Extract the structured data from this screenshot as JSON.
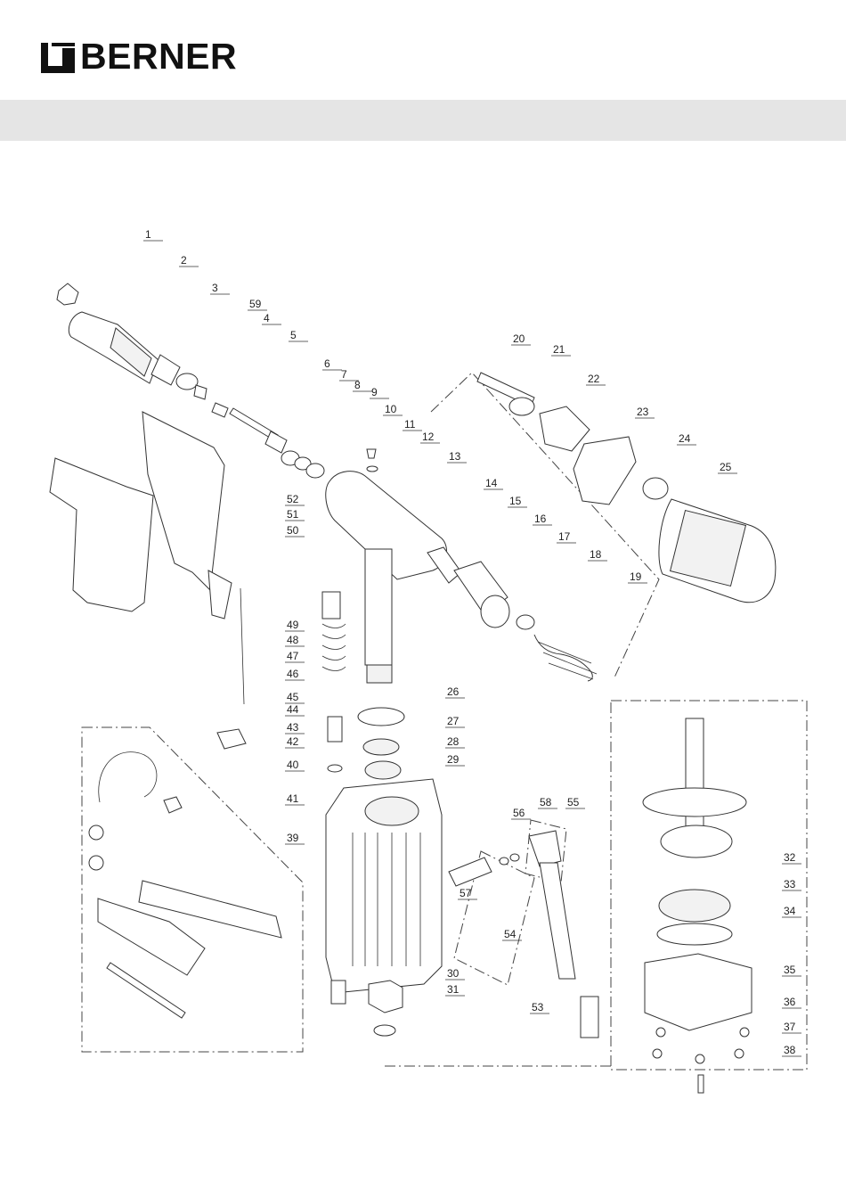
{
  "brand": {
    "name": "BERNER"
  },
  "part_numbers": [
    "1",
    "2",
    "3",
    "59",
    "4",
    "5",
    "6",
    "7",
    "8",
    "9",
    "10",
    "11",
    "12",
    "13",
    "14",
    "15",
    "16",
    "17",
    "18",
    "19",
    "20",
    "21",
    "22",
    "23",
    "24",
    "25",
    "26",
    "27",
    "28",
    "29",
    "30",
    "31",
    "32",
    "33",
    "34",
    "35",
    "36",
    "37",
    "38",
    "39",
    "40",
    "41",
    "42",
    "43",
    "44",
    "45",
    "46",
    "47",
    "48",
    "49",
    "50",
    "51",
    "52",
    "53",
    "54",
    "55",
    "56",
    "57",
    "58"
  ],
  "labels": [
    {
      "id": "1",
      "text": "1"
    },
    {
      "id": "2",
      "text": "2"
    },
    {
      "id": "3",
      "text": "3"
    },
    {
      "id": "59",
      "text": "59"
    },
    {
      "id": "4",
      "text": "4"
    },
    {
      "id": "5",
      "text": "5"
    },
    {
      "id": "6",
      "text": "6"
    },
    {
      "id": "7",
      "text": "7"
    },
    {
      "id": "8",
      "text": "8"
    },
    {
      "id": "9",
      "text": "9"
    },
    {
      "id": "10",
      "text": "10"
    },
    {
      "id": "11",
      "text": "11"
    },
    {
      "id": "12",
      "text": "12"
    },
    {
      "id": "13",
      "text": "13"
    },
    {
      "id": "14",
      "text": "14"
    },
    {
      "id": "15",
      "text": "15"
    },
    {
      "id": "16",
      "text": "16"
    },
    {
      "id": "17",
      "text": "17"
    },
    {
      "id": "18",
      "text": "18"
    },
    {
      "id": "19",
      "text": "19"
    },
    {
      "id": "20",
      "text": "20"
    },
    {
      "id": "21",
      "text": "21"
    },
    {
      "id": "22",
      "text": "22"
    },
    {
      "id": "23",
      "text": "23"
    },
    {
      "id": "24",
      "text": "24"
    },
    {
      "id": "25",
      "text": "25"
    },
    {
      "id": "26",
      "text": "26"
    },
    {
      "id": "27",
      "text": "27"
    },
    {
      "id": "28",
      "text": "28"
    },
    {
      "id": "29",
      "text": "29"
    },
    {
      "id": "30",
      "text": "30"
    },
    {
      "id": "31",
      "text": "31"
    },
    {
      "id": "32",
      "text": "32"
    },
    {
      "id": "33",
      "text": "33"
    },
    {
      "id": "34",
      "text": "34"
    },
    {
      "id": "35",
      "text": "35"
    },
    {
      "id": "36",
      "text": "36"
    },
    {
      "id": "37",
      "text": "37"
    },
    {
      "id": "38",
      "text": "38"
    },
    {
      "id": "39",
      "text": "39"
    },
    {
      "id": "40",
      "text": "40"
    },
    {
      "id": "41",
      "text": "41"
    },
    {
      "id": "42",
      "text": "42"
    },
    {
      "id": "43",
      "text": "43"
    },
    {
      "id": "44",
      "text": "44"
    },
    {
      "id": "45",
      "text": "45"
    },
    {
      "id": "46",
      "text": "46"
    },
    {
      "id": "47",
      "text": "47"
    },
    {
      "id": "48",
      "text": "48"
    },
    {
      "id": "49",
      "text": "49"
    },
    {
      "id": "50",
      "text": "50"
    },
    {
      "id": "51",
      "text": "51"
    },
    {
      "id": "52",
      "text": "52"
    },
    {
      "id": "53",
      "text": "53"
    },
    {
      "id": "54",
      "text": "54"
    },
    {
      "id": "55",
      "text": "55"
    },
    {
      "id": "56",
      "text": "56"
    },
    {
      "id": "57",
      "text": "57"
    },
    {
      "id": "58",
      "text": "58"
    }
  ],
  "colors": {
    "header_band": "#e5e5e5",
    "ink": "#222222"
  }
}
